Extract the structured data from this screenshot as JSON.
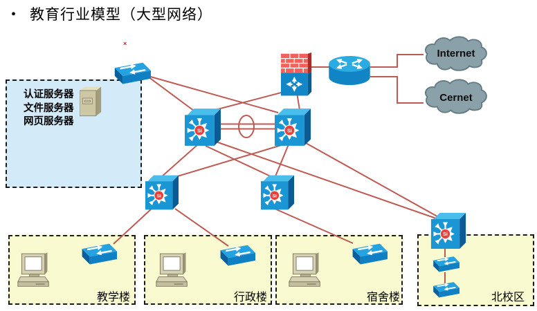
{
  "title": {
    "bullet": "•",
    "text": "教育行业模型（大型网络）"
  },
  "error_marker": "×",
  "server_zone": {
    "line1": "认证服务器",
    "line2": "文件服务器",
    "line3": "网页服务器"
  },
  "clouds": {
    "internet": "Internet",
    "cernet": "Cernet"
  },
  "buildings": {
    "teaching": "教学楼",
    "admin": "行政楼",
    "dorm": "宿舍楼",
    "north": "北校区"
  },
  "badge_si": "Si",
  "colors": {
    "link": "#bf5a52",
    "zone_blue": "#d3ebf8",
    "zone_yellow": "#fafad0",
    "cloud_fill": "#8ba1a9",
    "switch_blue": "#1b96d4",
    "firewall_red": "#f4615c"
  }
}
